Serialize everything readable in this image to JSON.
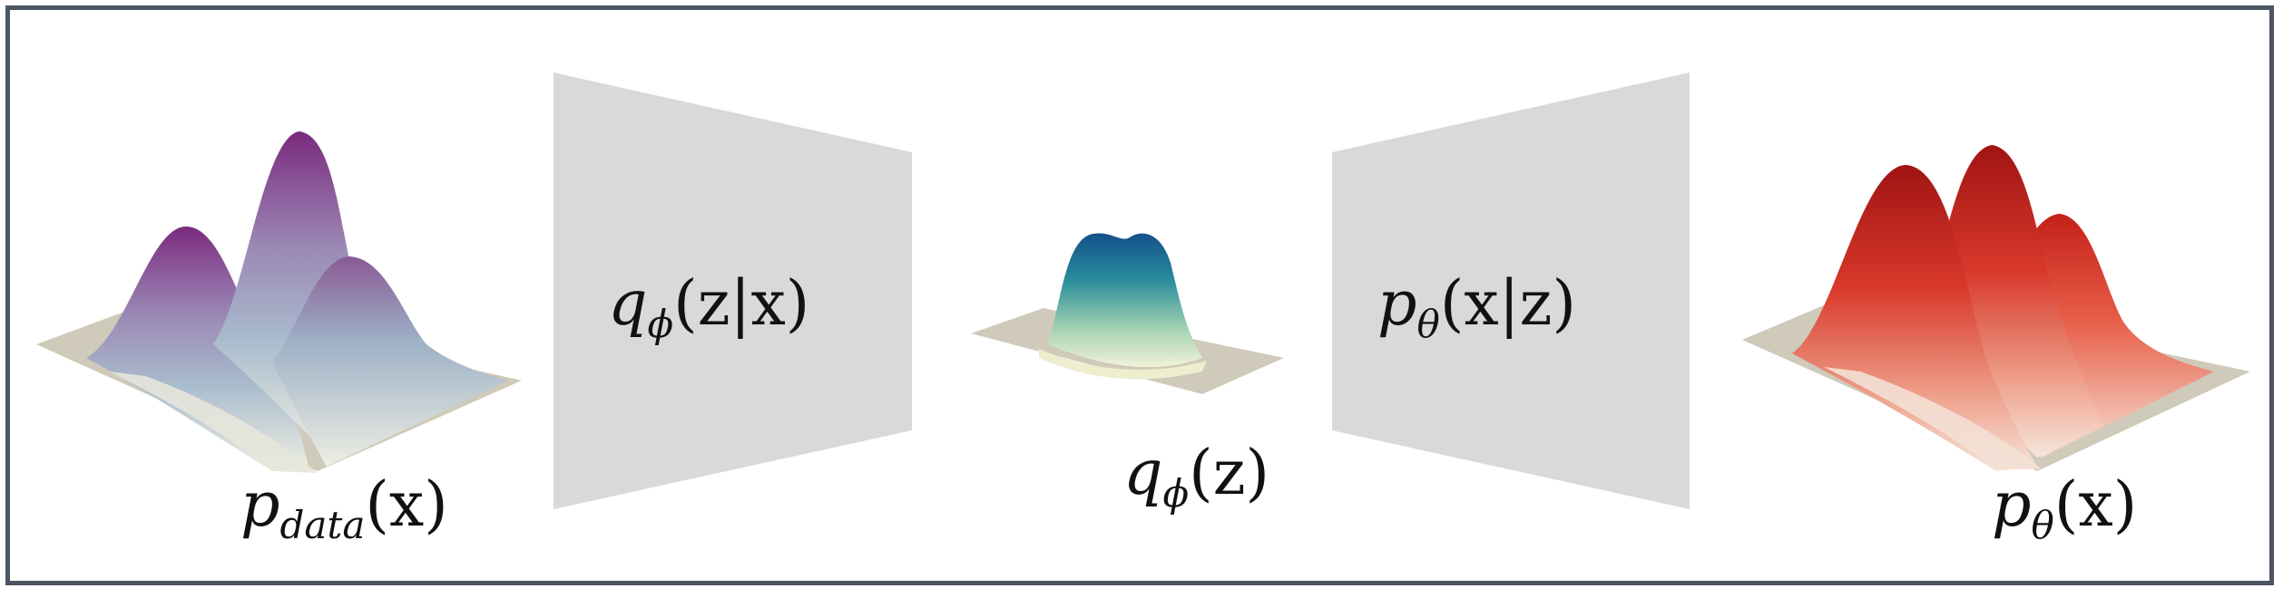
{
  "diagram": {
    "data_distribution": {
      "p": "p",
      "sub": "data",
      "arg": "(x)"
    },
    "encoder": {
      "q": "q",
      "sub": "ϕ",
      "arg": "(z|x)"
    },
    "latent": {
      "q": "q",
      "sub": "ϕ",
      "arg": "(z)"
    },
    "decoder": {
      "p": "p",
      "sub": "θ",
      "arg": "(x|z)"
    },
    "model_distribution": {
      "p": "p",
      "sub": "θ",
      "arg": "(x)"
    }
  },
  "colors": {
    "frame": "#4c5563",
    "encoder_decoder_panel": "#d9d9d9",
    "data_surface_peak": "#7a2a7e",
    "data_surface_mid": "#8fa6bd",
    "data_surface_base": "#e8e8dc",
    "latent_surface_peak": "#165a8f",
    "latent_surface_mid": "#2b9a9a",
    "latent_surface_base": "#eaeecd",
    "model_surface_peak": "#b01818",
    "model_surface_mid": "#e0503a",
    "model_surface_base": "#f2dccf",
    "floor": "#cdc8b6"
  }
}
